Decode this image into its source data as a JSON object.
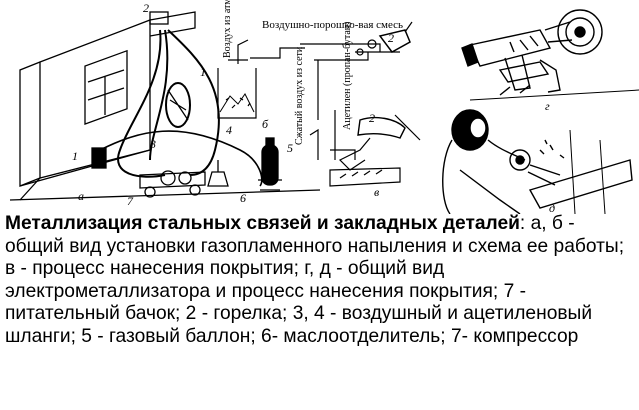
{
  "figure": {
    "panel_labels": [
      "а",
      "б",
      "в",
      "г",
      "д"
    ],
    "part_numbers": [
      "1",
      "2",
      "3",
      "4",
      "5",
      "6",
      "7",
      "1",
      "2",
      "2"
    ],
    "labels": {
      "air_from_atmosphere": "Воздух из атмосферы",
      "air_powder_mix": "Воздушно-порошко-вая смесь",
      "compressed_air": "Сжатый воздух из сети",
      "acetylene": "Ацетилен (пропан-бутан)"
    }
  },
  "caption": {
    "title": "Металлизация стальных связей и закладных деталей",
    "body": ": а, б - общий вид установки газопламенного напыления и схема ее работы; в - процесс нанесения покрытия; г, д - общий вид электрометаллизатора и процесс нанесения покрытия; 7 - питательный бачок; 2 - горелка; 3, 4 - воздушный и ацетиленовый шланги; 5 - газовый баллон; 6- маслоотделитель; 7- компрессор"
  }
}
